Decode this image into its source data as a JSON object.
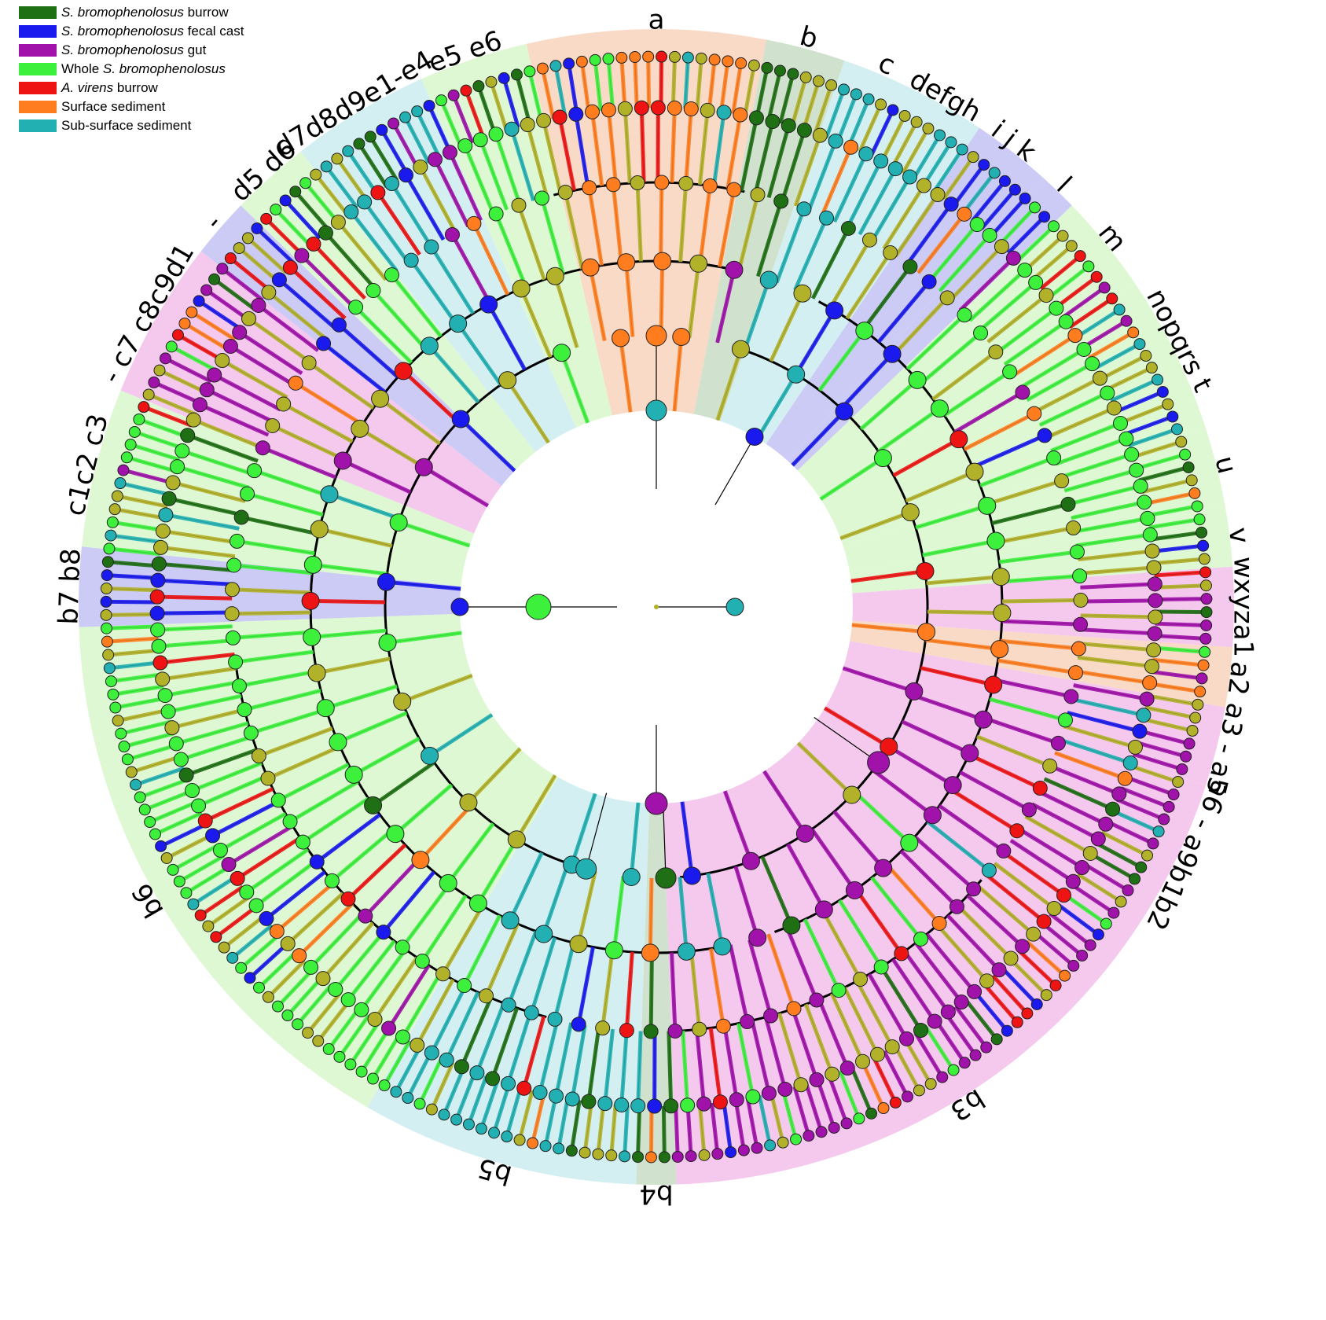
{
  "legend": {
    "items": [
      {
        "italic": "S. bromophenolosus",
        "rest": " burrow",
        "color": "#1f6f14",
        "key": "burrow"
      },
      {
        "italic": "S. bromophenolosus",
        "rest": " fecal cast",
        "color": "#1a1aee",
        "key": "fecal"
      },
      {
        "italic": "S. bromophenolosus",
        "rest": " gut",
        "color": "#a012aa",
        "key": "gut"
      },
      {
        "italic": "",
        "pre": "Whole ",
        "italic2": "S. bromophenolosus",
        "rest": "",
        "color": "#3cf03c",
        "key": "whole"
      },
      {
        "italic": "A. virens",
        "rest": " burrow",
        "color": "#ee1414",
        "key": "virens"
      },
      {
        "italic": "",
        "pre": "Surface sediment",
        "rest": "",
        "color": "#ff7d1e",
        "key": "surface"
      },
      {
        "italic": "",
        "pre": "Sub-surface sediment",
        "rest": "",
        "color": "#22b0b2",
        "key": "subsurface"
      }
    ]
  },
  "colors": {
    "burrow": "#1f6f14",
    "fecal": "#1a1aee",
    "gut": "#a012aa",
    "whole": "#3cf03c",
    "virens": "#ee1414",
    "surface": "#ff7d1e",
    "subsurface": "#22b0b2",
    "neutral": "#b2b12a",
    "bg_surface": "#f7d4bc",
    "bg_subsurface": "#cdecee",
    "bg_whole": "#d9f7cd",
    "bg_gut": "#f3bfea",
    "bg_fecal": "#c2c2f5",
    "bg_burrow": "#c8dcc4",
    "bg_virens": "#f7c4c4"
  },
  "clades": [
    {
      "label": "a",
      "start": -13,
      "end": 11,
      "group": "surface"
    },
    {
      "label": "b",
      "start": 11,
      "end": 19,
      "group": "burrow"
    },
    {
      "label": "c",
      "start": 19,
      "end": 24,
      "group": "subsurface"
    },
    {
      "label": "defgh",
      "start": 24,
      "end": 34,
      "group": "subsurface"
    },
    {
      "label": "i j k",
      "start": 34,
      "end": 42,
      "group": "fecal"
    },
    {
      "label": "l",
      "start": 42,
      "end": 46,
      "group": "fecal"
    },
    {
      "label": "m",
      "start": 46,
      "end": 56,
      "group": "whole"
    },
    {
      "label": "nopqrs t",
      "start": 56,
      "end": 72,
      "group": "whole"
    },
    {
      "label": "u",
      "start": 72,
      "end": 80,
      "group": "whole"
    },
    {
      "label": "v",
      "start": 80,
      "end": 86,
      "group": "whole"
    },
    {
      "label": "wxyza1",
      "start": 86,
      "end": 94,
      "group": "gut"
    },
    {
      "label": "a2",
      "start": 94,
      "end": 100,
      "group": "surface"
    },
    {
      "label": "a3 - a5",
      "start": 100,
      "end": 108,
      "group": "gut"
    },
    {
      "label": "a6 - a9b1b2",
      "start": 108,
      "end": 124,
      "group": "gut"
    },
    {
      "label": "b3",
      "start": 124,
      "end": 178,
      "group": "gut"
    },
    {
      "label": "b4",
      "start": 178,
      "end": 182,
      "group": "burrow"
    },
    {
      "label": "b5",
      "start": 182,
      "end": 210,
      "group": "subsurface"
    },
    {
      "label": "b6",
      "start": 210,
      "end": 268,
      "group": "whole"
    },
    {
      "label": "b7 b8",
      "start": 268,
      "end": 276,
      "group": "fecal"
    },
    {
      "label": "c1c2 c3",
      "start": 276,
      "end": 292,
      "group": "whole"
    },
    {
      "label": "- c7 c8c9d1",
      "start": 292,
      "end": 308,
      "group": "gut"
    },
    {
      "label": "-",
      "start": 308,
      "end": 314,
      "group": "fecal"
    },
    {
      "label": "d5 d6",
      "start": 314,
      "end": 322,
      "group": "whole"
    },
    {
      "label": "d7d8d9e1-e4",
      "start": 322,
      "end": 336,
      "group": "subsurface"
    },
    {
      "label": "e5 e6",
      "start": 336,
      "end": 347,
      "group": "whole"
    }
  ],
  "labels": [
    {
      "text": "a",
      "angle": 0,
      "r": 745
    },
    {
      "text": "b",
      "angle": 15,
      "r": 748
    },
    {
      "text": "c",
      "angle": 23,
      "r": 748
    },
    {
      "text": "defgh",
      "angle": 29.5,
      "r": 745
    },
    {
      "text": "i j k",
      "angle": 37.5,
      "r": 745
    },
    {
      "text": "l",
      "angle": 44,
      "r": 745
    },
    {
      "text": "m",
      "angle": 51,
      "r": 745
    },
    {
      "text": "nopqrs t",
      "angle": 63,
      "r": 745
    },
    {
      "text": "u",
      "angle": 76,
      "r": 745
    },
    {
      "text": "v",
      "angle": 83,
      "r": 745
    },
    {
      "text": "wxyza1",
      "angle": 90,
      "r": 745
    },
    {
      "text": "a2",
      "angle": 97,
      "r": 745
    },
    {
      "text": "a3 - a5",
      "angle": 104,
      "r": 745
    },
    {
      "text": "a6 - a9b1b2",
      "angle": 115,
      "r": 745
    },
    {
      "text": "b3",
      "angle": 148,
      "r": 745
    },
    {
      "text": "b4",
      "angle": 180,
      "r": 745
    },
    {
      "text": "b5",
      "angle": 196,
      "r": 745
    },
    {
      "text": "b6",
      "angle": 240,
      "r": 745
    },
    {
      "text": "b7 b8",
      "angle": 272,
      "r": 745
    },
    {
      "text": "c1c2 c3",
      "angle": 284,
      "r": 745
    },
    {
      "text": "- c7 c8c9d1",
      "angle": 300,
      "r": 745
    },
    {
      "text": "-",
      "angle": 311,
      "r": 745
    },
    {
      "text": "d5 d6",
      "angle": 318,
      "r": 745
    },
    {
      "text": "d7d8d9e1-e4",
      "angle": 329,
      "r": 745
    },
    {
      "text": "e5 e6",
      "angle": 341,
      "r": 745
    }
  ]
}
